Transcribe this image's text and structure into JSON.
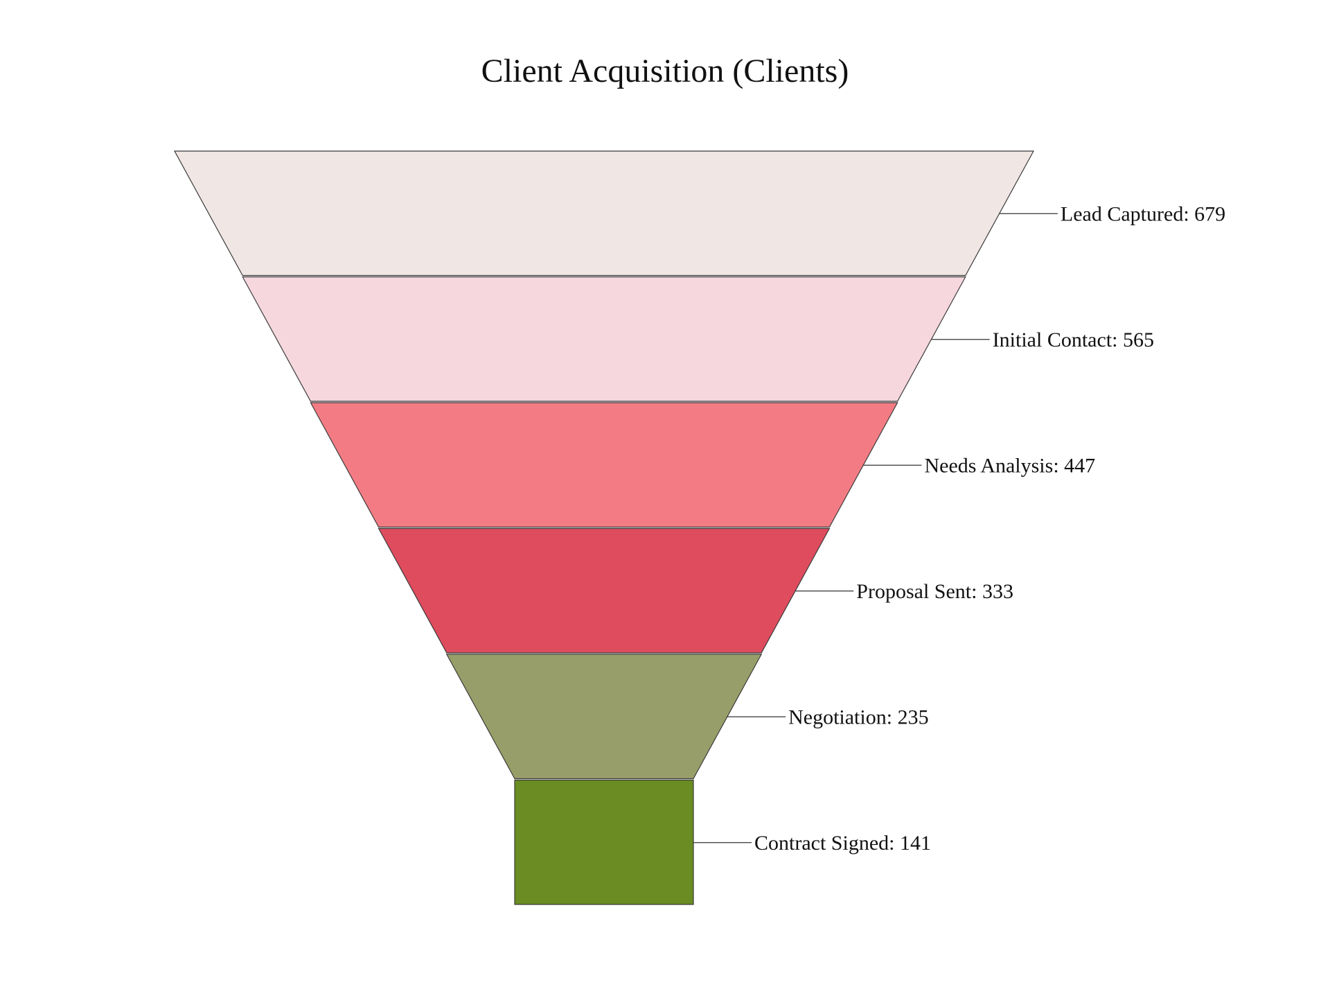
{
  "chart_data": {
    "type": "funnel",
    "title": "Client Acquisition (Clients)",
    "stages": [
      {
        "label": "Lead Captured: 679",
        "value": 679,
        "color": "#F0E6E4"
      },
      {
        "label": "Initial Contact: 565",
        "value": 565,
        "color": "#F6D7DE"
      },
      {
        "label": "Needs Analysis: 447",
        "value": 447,
        "color": "#F37C84"
      },
      {
        "label": "Proposal Sent: 333",
        "value": 333,
        "color": "#DE4C5E"
      },
      {
        "label": "Negotiation: 235",
        "value": 235,
        "color": "#989E69"
      },
      {
        "label": "Contract Signed: 141",
        "value": 141,
        "color": "#6A8C22"
      }
    ]
  }
}
